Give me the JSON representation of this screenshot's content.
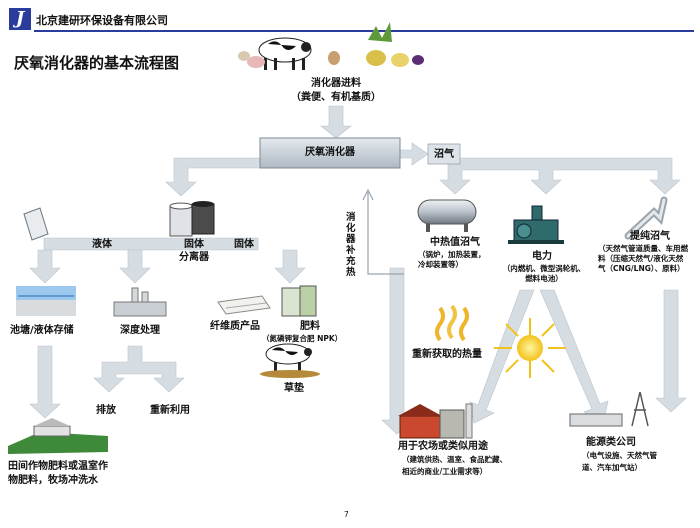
{
  "header": {
    "logo_letter": "J",
    "company": "北京建研环保设备有限公司",
    "brand_color": "#2a3c9c"
  },
  "title": "厌氧消化器的基本流程图",
  "feed": {
    "label": "消化器进料",
    "sublabel": "（粪便、有机基质）"
  },
  "digester": {
    "label": "厌氧消化器"
  },
  "biogas": {
    "label": "沼气"
  },
  "branches": {
    "liquid_left": "液体",
    "separator": "固体\n分离器",
    "solid_right": "固体",
    "pond": "池塘/液体存储",
    "deep_treatment": "深度处理",
    "discharge": "排放",
    "reuse": "重新利用",
    "fiber": "纤维质产品",
    "fertilizer": "肥料",
    "fertilizer_sub": "（氮磷钾复合肥 NPK）",
    "bedding": "草垫",
    "field": "田间作物肥料或温室作\n物肥料，牧场冲洗水",
    "heater_vertical": "消化器补充热"
  },
  "uses": {
    "medium_gas": "中热值沼气",
    "medium_gas_sub": "（锅炉，加热装置，\n冷却装置等）",
    "power": "电力",
    "power_sub": "（内燃机、微型涡轮机、\n燃料电池）",
    "upgrade": "提纯沼气",
    "upgrade_sub": "（天然气管道质量、车用燃\n料（压缩天然气/液化天然\n气（CNG/LNG）、原料）",
    "heat": "重新获取的热量",
    "farm": "用于农场或类似用途",
    "farm_sub": "（建筑供热、温室、食品贮藏、\n相近的商业/工业需求等）",
    "energy": "能源类公司",
    "energy_sub": "（电气设施、天然气管\n道、汽车加气站）"
  },
  "page_number": "7",
  "colors": {
    "arrow": "#d6dde2",
    "arrow_edge": "#b9c3cc",
    "digester_box": "#c9d1d9",
    "text_dark": "#111111",
    "accent_blue": "#2a3c9c"
  }
}
